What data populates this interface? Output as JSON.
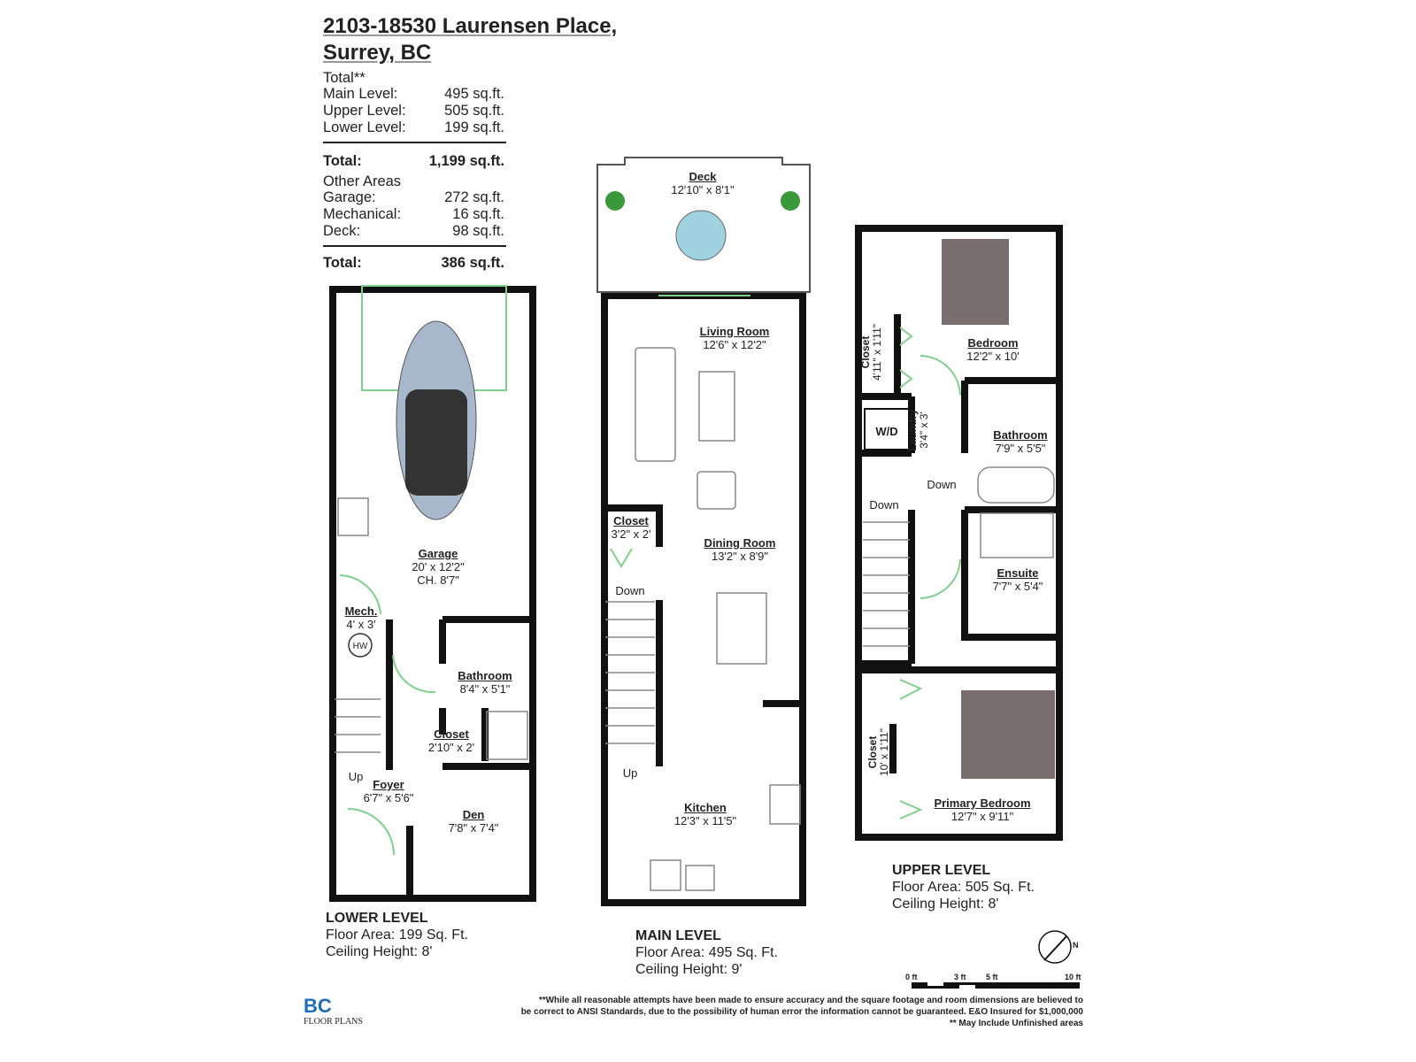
{
  "header": {
    "line1": "2103-18530 Laurensen Place,",
    "line2": "Surrey, BC"
  },
  "summary": {
    "total_heading": "Total**",
    "levels": [
      {
        "label": "Main Level:",
        "value": "495 sq.ft."
      },
      {
        "label": "Upper Level:",
        "value": "505 sq.ft."
      },
      {
        "label": "Lower Level:",
        "value": "199 sq.ft."
      }
    ],
    "total1": {
      "label": "Total:",
      "value": "1,199 sq.ft."
    },
    "other_heading": "Other Areas",
    "other": [
      {
        "label": "Garage:",
        "value": "272 sq.ft."
      },
      {
        "label": "Mechanical:",
        "value": "16 sq.ft."
      },
      {
        "label": "Deck:",
        "value": "98 sq.ft."
      }
    ],
    "total2": {
      "label": "Total:",
      "value": "386 sq.ft."
    }
  },
  "rooms": {
    "deck": {
      "name": "Deck",
      "dims": "12'10\" x 8'1\""
    },
    "living": {
      "name": "Living Room",
      "dims": "12'6\" x 12'2\""
    },
    "dining": {
      "name": "Dining Room",
      "dims": "13'2\" x 8'9\""
    },
    "main_closet": {
      "name": "Closet",
      "dims": "3'2\" x 2'"
    },
    "kitchen": {
      "name": "Kitchen",
      "dims": "12'3\" x 11'5\""
    },
    "garage": {
      "name": "Garage",
      "dims": "20' x 12'2\"",
      "ch": "CH. 8'7\""
    },
    "mech": {
      "name": "Mech.",
      "dims": "4' x 3'"
    },
    "lower_bath": {
      "name": "Bathroom",
      "dims": "8'4\" x 5'1\""
    },
    "lower_closet": {
      "name": "Closet",
      "dims": "2'10\" x 2'"
    },
    "foyer": {
      "name": "Foyer",
      "dims": "6'7\" x 5'6\""
    },
    "den": {
      "name": "Den",
      "dims": "7'8\" x 7'4\""
    },
    "bedroom": {
      "name": "Bedroom",
      "dims": "12'2\" x 10'"
    },
    "upper_closet": {
      "name": "Closet",
      "dims": "4'11\" x 1'11\""
    },
    "laundry": {
      "name": "Laundry",
      "dims": "3'4\" x 3'"
    },
    "upper_bath": {
      "name": "Bathroom",
      "dims": "7'9\" x 5'5\""
    },
    "ensuite": {
      "name": "Ensuite",
      "dims": "7'7\" x 5'4\""
    },
    "primary_closet": {
      "name": "Closet",
      "dims": "10' x 1'11\""
    },
    "primary": {
      "name": "Primary Bedroom",
      "dims": "12'7\" x 9'11\""
    }
  },
  "fixtures": {
    "hw": "HW",
    "wd": "W/D",
    "up": "Up",
    "down": "Down"
  },
  "levels": {
    "lower": {
      "title": "LOWER LEVEL",
      "area": "Floor Area: 199 Sq. Ft.",
      "ceiling": "Ceiling Height: 8'"
    },
    "main": {
      "title": "MAIN LEVEL",
      "area": "Floor Area: 495 Sq. Ft.",
      "ceiling": "Ceiling Height: 9'"
    },
    "upper": {
      "title": "UPPER LEVEL",
      "area": "Floor Area: 505 Sq. Ft.",
      "ceiling": "Ceiling Height: 8'"
    }
  },
  "scale": {
    "t0": "0 ft",
    "t3": "3 ft",
    "t5": "5 ft",
    "t10": "10 ft"
  },
  "compass": "N",
  "logo": {
    "mark": "BC",
    "text": "FLOOR PLANS"
  },
  "disclaimer": {
    "line1": "**While all reasonable attempts have been made to ensure accuracy and the square footage and room dimensions are believed to",
    "line2": "be correct to ANSI Standards, due to the possibility of human error the information cannot be guaranteed. E&O Insured for $1,000,000",
    "line3": "** May Include Unfinished areas"
  },
  "colors": {
    "wall": "#111111",
    "door": "#7fd08a",
    "furniture": "#888888",
    "bed": "#7a6e6e",
    "car": "#a8b8cc",
    "table": "#9fd3e0",
    "plant": "#3a9a3a",
    "logo": "#1e6fb8"
  }
}
